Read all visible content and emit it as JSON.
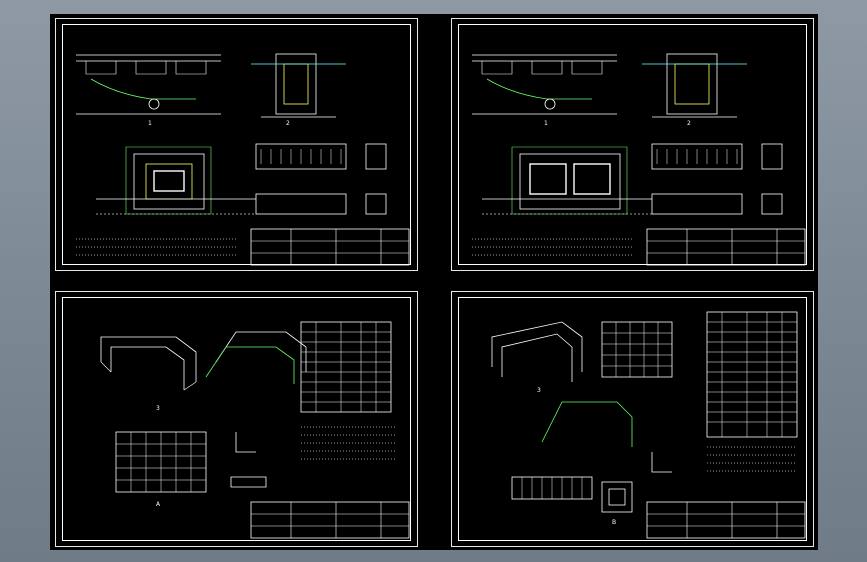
{
  "drawing": {
    "sheets": [
      {
        "id": "p1",
        "label": "sheet-1-plan-section"
      },
      {
        "id": "p2",
        "label": "sheet-2-plan-section"
      },
      {
        "id": "p3",
        "label": "sheet-3-reinforcement"
      },
      {
        "id": "p4",
        "label": "sheet-4-reinforcement"
      }
    ],
    "colors": {
      "background": "#000000",
      "frame": "#ffffff",
      "ground": "#ffffff",
      "dimension": "#c8c8c8",
      "annotation_yellow": "#ffff66",
      "annotation_green": "#66ff66",
      "annotation_cyan": "#66ffff",
      "annotation_red": "#ff4444"
    },
    "visible_text": {
      "section_mark_a": "1",
      "section_mark_b": "2",
      "section_mark_c": "3",
      "section_mark_d": "A",
      "section_mark_e": "B"
    }
  }
}
